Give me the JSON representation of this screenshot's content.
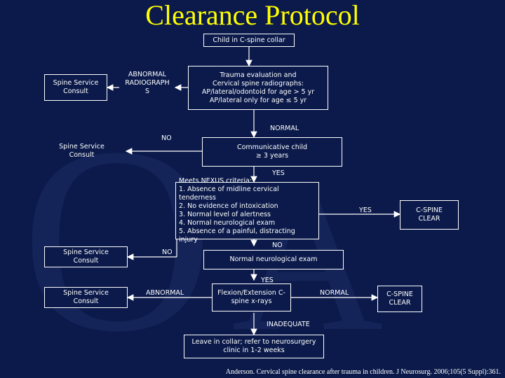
{
  "title": "Clearance Protocol",
  "nodes": {
    "start": "Child in C-spine collar",
    "consult1": "Spine Service\nConsult",
    "abnormal_radiograph": "ABNORMAL\nRADIOGRAPH\nS",
    "trauma_eval": "Trauma evaluation and\nCervical spine radiographs:\nAP/lateral/odontoid for age > 5 yr\nAP/lateral only for age ≤ 5 yr",
    "consult2": "Spine Service\nConsult",
    "communicative": "Communicative child\n≥ 3 years",
    "nexus": "Meets NEXUS criteria:\n1. Absence of midline cervical tenderness\n2. No evidence of intoxication\n3. Normal level of alertness\n4. Normal neurological exam\n5. Absence of a painful, distracting injury",
    "clear1": "C-SPINE\nCLEAR",
    "consult3": "Spine Service\nConsult",
    "neuro_exam": "Normal neurological exam",
    "consult4": "Spine Service\nConsult",
    "flexion": "Flexion/Extension C-\nspine x-rays",
    "clear2": "C-SPINE\nCLEAR",
    "leave_collar": "Leave in collar; refer to neurosurgery\nclinic in 1-2 weeks"
  },
  "edge_labels": {
    "normal1": "NORMAL",
    "no1": "NO",
    "yes1": "YES",
    "yes2": "YES",
    "no2": "NO",
    "no3": "NO",
    "yes3": "YES",
    "abnormal": "ABNORMAL",
    "normal2": "NORMAL",
    "inadequate": "INADEQUATE"
  },
  "citation": "Anderson. Cervical spine clearance after trauma in children. J Neurosurg. 2006;105(5 Suppl):361.",
  "colors": {
    "background": "#0b1a4a",
    "title": "#ffff00",
    "line": "#ffffff",
    "watermark": "#1e2d5e"
  }
}
